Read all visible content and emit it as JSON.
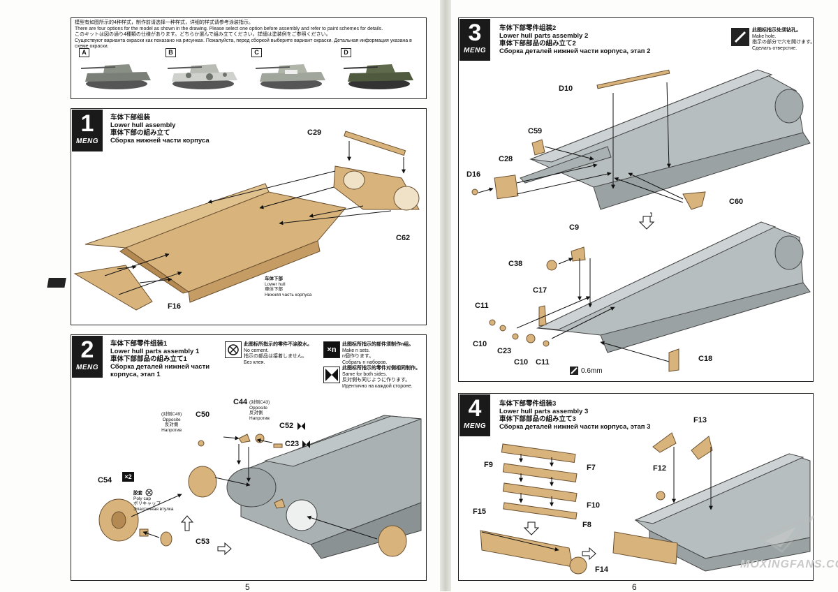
{
  "pages": {
    "left_number": "5",
    "right_number": "6"
  },
  "schemes": {
    "notes": [
      "模型有如图所示的4种样式，制作前请选择一种样式，详细的样式请参考涂装指示。",
      "There are four options for the model as shown in the drawing. Please select one option before assembly and refer to paint schemes for details.",
      "このキットは図の通り4種類の仕様があります。どちらか選んで組み立てください。詳細は塗装例をご参照ください。",
      "Существуют варианта окраски как показано на рисунках. Пожалуйста, перед сборкой выберите вариант окраски. Детальная информация указана в схеме окраски."
    ],
    "options": [
      "A",
      "B",
      "C",
      "D"
    ]
  },
  "step1": {
    "number": "1",
    "brand": "MENG",
    "title_cn": "车体下部组装",
    "title_en": "Lower hull assembly",
    "title_jp": "車体下部の組み立て",
    "title_ru": "Сборка нижней части корпуса",
    "parts": [
      "C29",
      "C62",
      "F16"
    ],
    "hull_label": [
      "车体下部",
      "Lower hull",
      "車体下部",
      "Нижняя часть корпуса"
    ]
  },
  "step2": {
    "number": "2",
    "brand": "MENG",
    "title_cn": "车体下部零件组装1",
    "title_en": "Lower hull parts assembly 1",
    "title_jp": "車体下部部品の組み立て1",
    "title_ru": "Сборка деталей нижней части корпуса, этап 1",
    "legend": [
      {
        "cn": "此图标所指示的零件不涂胶水。",
        "en": "No cement.",
        "jp": "指示の部品は接着しません。",
        "ru": "Без клея."
      },
      {
        "cn": "此图标所指示的部件须制作n组。",
        "en": "Make n sets.",
        "jp": "n個作ります。",
        "ru": "Собрать n наборов."
      },
      {
        "cn": "此图标所指示的零件对侧相同制作。",
        "en": "Same for both sides.",
        "jp": "反対側も同じように作ります。",
        "ru": "Идентично на каждой стороне."
      }
    ],
    "legend_xn": "×n",
    "parts": [
      "C50",
      "C44",
      "C52",
      "C23",
      "C54",
      "C53"
    ],
    "c44_note": [
      "(对侧C43)",
      "Opposite",
      "反対側",
      "Напротив"
    ],
    "c50_note": [
      "(对侧C49)",
      "Opposite",
      "反対側",
      "Напротив"
    ],
    "x2": "×2",
    "polycap": [
      "胶套",
      "Poly cap",
      "ポリキャップ",
      "Эластичная втулка"
    ]
  },
  "step3": {
    "number": "3",
    "brand": "MENG",
    "title_cn": "车体下部零件组装2",
    "title_en": "Lower hull parts assembly 2",
    "title_jp": "車体下部部品の組み立て2",
    "title_ru": "Сборка деталей нижней части корпуса, этап 2",
    "hole_note": [
      "此图标指示处须钻孔。",
      "Make hole.",
      "指示の部分で穴を開けます。",
      "Сделать отверстие."
    ],
    "parts": [
      "D10",
      "C59",
      "C28",
      "D16",
      "C60",
      "C9",
      "C38",
      "C17",
      "C11",
      "C10",
      "C23",
      "C10",
      "C11",
      "C18"
    ],
    "drill": "0.6mm"
  },
  "step4": {
    "number": "4",
    "brand": "MENG",
    "title_cn": "车体下部零件组装3",
    "title_en": "Lower hull parts assembly 3",
    "title_jp": "車体下部部品の組み立て3",
    "title_ru": "Сборка деталей нижней части корпуса, этап 3",
    "parts": [
      "F9",
      "F7",
      "F10",
      "F8",
      "F15",
      "F14",
      "F13",
      "F12"
    ]
  },
  "watermark": "MOXINGFANS.COM",
  "colors": {
    "tan": "#d8b47c",
    "tan_dark": "#b48a52",
    "grey": "#a9b1b2",
    "grey_dark": "#7f8788"
  }
}
